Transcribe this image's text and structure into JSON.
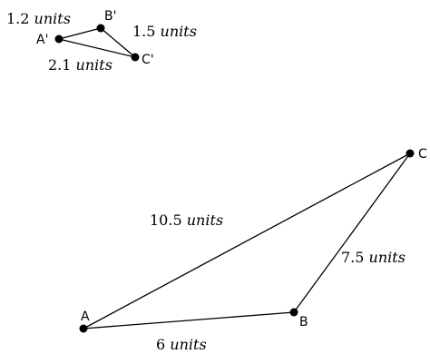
{
  "small_triangle": {
    "vertices": {
      "a": "A'",
      "b": "B'",
      "c": "C'"
    },
    "sides": {
      "ab": {
        "value": "1.2",
        "unit": "units"
      },
      "bc": {
        "value": "1.5",
        "unit": "units"
      },
      "ac": {
        "value": "2.1",
        "unit": "units"
      }
    }
  },
  "large_triangle": {
    "vertices": {
      "a": "A",
      "b": "B",
      "c": "C"
    },
    "sides": {
      "ab": {
        "value": "6",
        "unit": "units"
      },
      "bc": {
        "value": "7.5",
        "unit": "units"
      },
      "ac": {
        "value": "10.5",
        "unit": "units"
      }
    }
  }
}
